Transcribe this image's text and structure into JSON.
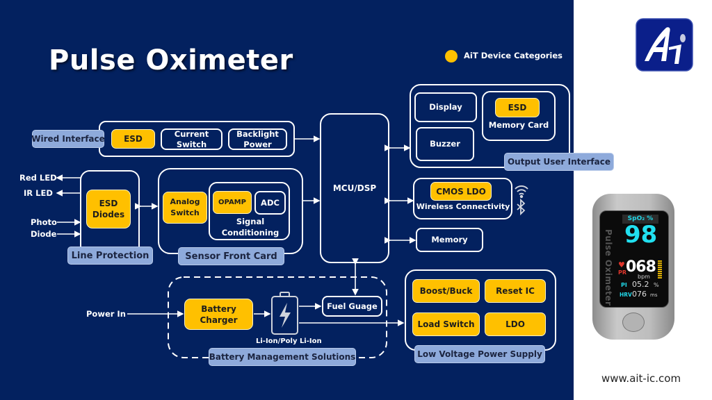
{
  "title": "Pulse Oximeter",
  "legend": {
    "label": "AiT Device Categories",
    "color": "#ffc000"
  },
  "colors": {
    "background": "#03215f",
    "accent": "#ffc000",
    "tag": "#8eaadb",
    "line": "#ffffff"
  },
  "wired_interface": {
    "tag": "Wired Interface",
    "esd": "ESD",
    "current_switch": [
      "Current",
      "Switch"
    ],
    "backlight_power": [
      "Backlight",
      "Power"
    ]
  },
  "inputs": {
    "red_led": "Red LED",
    "ir_led": "IR LED",
    "photo_diode": [
      "Photo",
      "Diode"
    ]
  },
  "line_protection": {
    "tag": "Line Protection",
    "esd_diodes": [
      "ESD",
      "Diodes"
    ]
  },
  "sensor_front_card": {
    "tag": "Sensor Front Card",
    "analog_switch": [
      "Analog",
      "Switch"
    ],
    "opamp": "OPAMP",
    "adc": "ADC",
    "signal_conditioning": [
      "Signal",
      "Conditioning"
    ]
  },
  "mcu": "MCU/DSP",
  "output_user_interface": {
    "tag": "Output User Interface",
    "display": "Display",
    "buzzer": "Buzzer",
    "esd": "ESD",
    "memory_card": "Memory Card"
  },
  "wireless": {
    "cmos_ldo": "CMOS LDO",
    "label": "Wireless Connectivity",
    "icons": [
      "wifi-icon",
      "bluetooth-icon"
    ]
  },
  "memory": "Memory",
  "battery_management": {
    "tag": "Battery Management Solutions",
    "power_in": "Power In",
    "battery_charger": [
      "Battery",
      "Charger"
    ],
    "battery_label": "Li-Ion/Poly Li-Ion",
    "fuel_gauge": "Fuel Guage"
  },
  "low_voltage_power_supply": {
    "tag": "Low Voltage Power Supply",
    "boost_buck": "Boost/Buck",
    "reset_ic": "Reset IC",
    "load_switch": "Load Switch",
    "ldo": "LDO"
  },
  "device": {
    "brand_text": "Pulse Oximeter",
    "spo2_label": "SpO₂ %",
    "spo2_value": "98",
    "pr_label": "PR",
    "pr_value": "068",
    "pr_unit": "bpm",
    "pi_label": "PI",
    "pi_value": "05.2",
    "pi_unit": "%",
    "hrv_label": "HRV",
    "hrv_value": "076",
    "hrv_unit": "ms"
  },
  "website": "www.ait-ic.com"
}
